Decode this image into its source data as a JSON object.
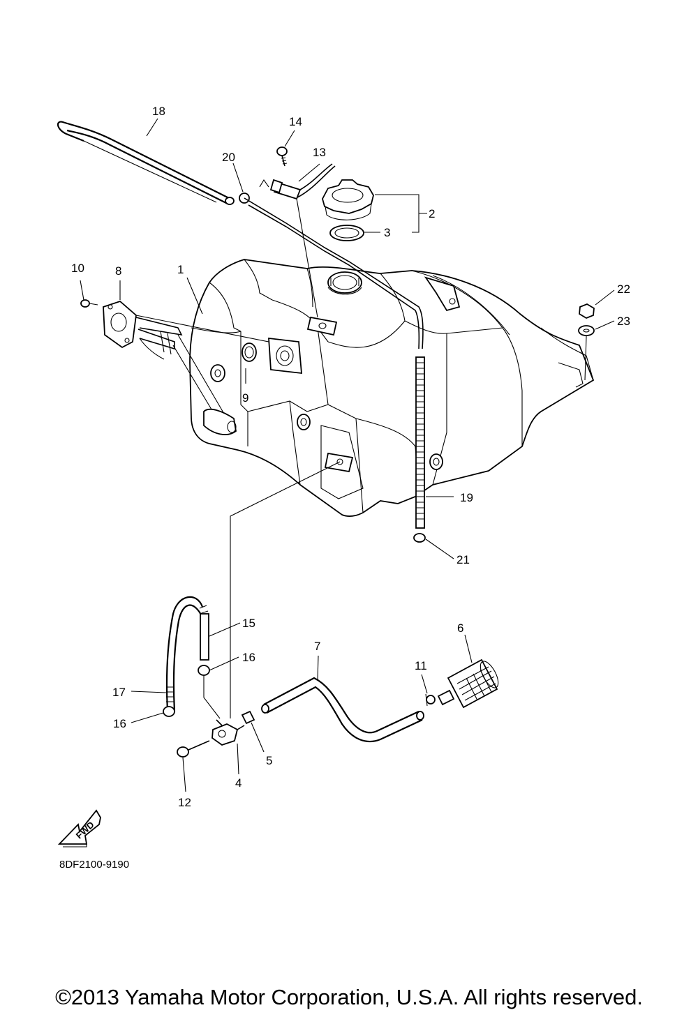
{
  "diagram": {
    "code": "8DF2100-9190",
    "fwd_label": "FWD",
    "copyright": "©2013 Yamaha Motor Corporation, U.S.A. All rights reserved.",
    "callouts": {
      "p1": "1",
      "p2": "2",
      "p3": "3",
      "p4": "4",
      "p5": "5",
      "p6": "6",
      "p7": "7",
      "p8": "8",
      "p9": "9",
      "p10": "10",
      "p11": "11",
      "p12": "12",
      "p13": "13",
      "p14": "14",
      "p15": "15",
      "p16a": "16",
      "p16b": "16",
      "p17": "17",
      "p18": "18",
      "p19": "19",
      "p20": "20",
      "p21": "21",
      "p22": "22",
      "p23": "23"
    }
  }
}
